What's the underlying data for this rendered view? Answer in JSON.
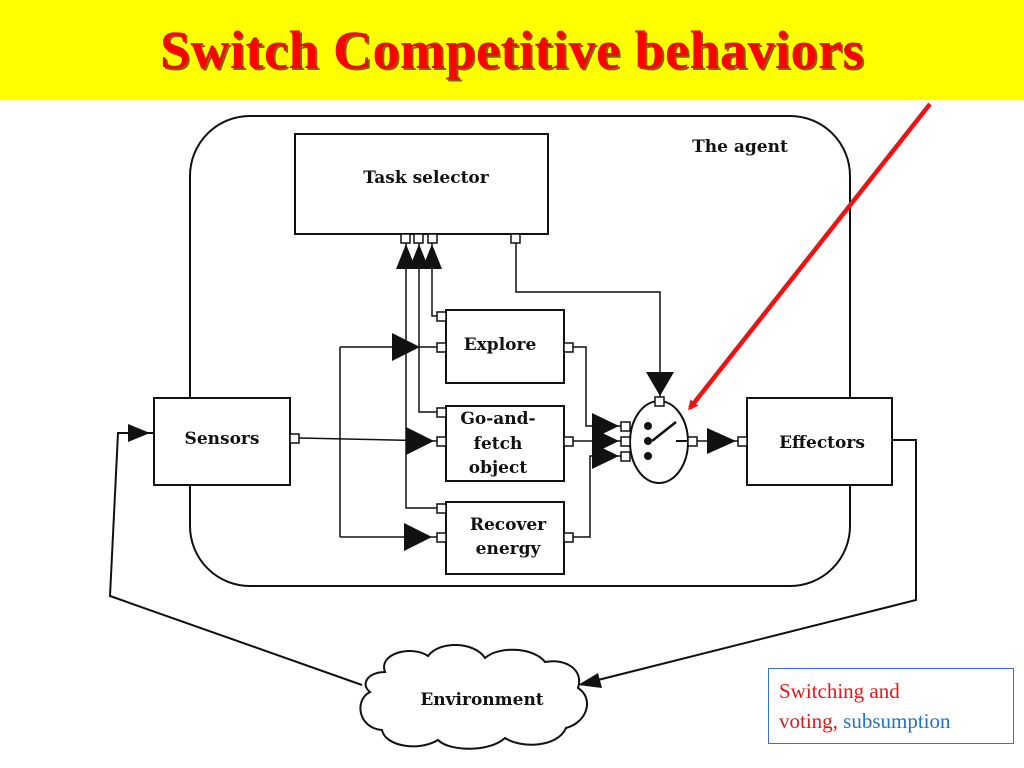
{
  "slide": {
    "title": "Switch Competitive behaviors"
  },
  "diagram": {
    "agent_label": "The agent",
    "task_selector": "Task selector",
    "sensors": "Sensors",
    "effectors": "Effectors",
    "explore": "Explore",
    "go_fetch": [
      "Go-and-",
      "fetch",
      "object"
    ],
    "recover": [
      "Recover",
      "energy"
    ],
    "environment": "Environment"
  },
  "caption": {
    "line1": "Switching and",
    "line2_red": "voting,",
    "line2_blue": "subsumption"
  },
  "colors": {
    "title_bg": "#ffff00",
    "title_text": "#ff0000",
    "pointer_arrow": "#ee1111",
    "caption_red": "#e0181a",
    "caption_blue": "#1e73c9",
    "caption_border": "#3b6fd6"
  }
}
